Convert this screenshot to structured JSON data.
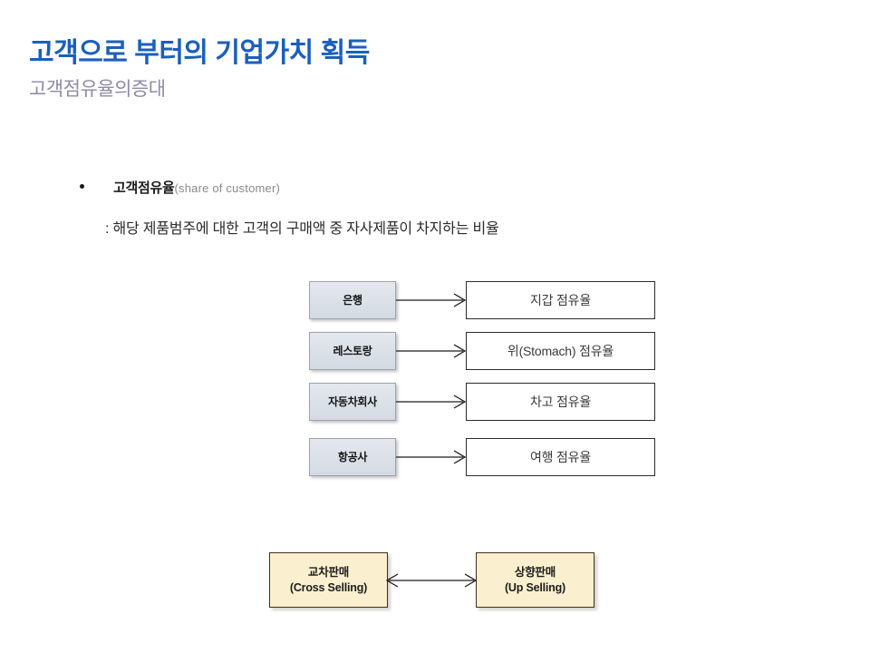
{
  "header": {
    "title": "고객으로 부터의 기업가치 획득",
    "subtitle": "고객점유율의증대",
    "title_color": "#1a5fbd",
    "subtitle_color": "#8e8ba6"
  },
  "body": {
    "bullet_marker": "bullet-dot",
    "term_ko": "고객점유율",
    "term_en": "(share of customer)",
    "definition": ": 해당 제품범주에 대한 고객의 구매액 중 자사제품이 차지하는 비율"
  },
  "diagram": {
    "rows": [
      {
        "source": "은행",
        "target": "지갑 점유율"
      },
      {
        "source": "레스토랑",
        "target": "위(Stomach) 점유율"
      },
      {
        "source": "자동차회사",
        "target": "차고 점유율"
      },
      {
        "source": "항공사",
        "target": "여행 점유율"
      }
    ],
    "selling": {
      "left_ko": "교차판매",
      "left_en": "(Cross Selling)",
      "right_ko": "상향판매",
      "right_en": "(Up Selling)"
    },
    "colors": {
      "source_fill": "#dde2e9",
      "source_border": "#9ba3ad",
      "target_fill": "#ffffff",
      "target_border": "#2b2b2b",
      "selling_fill": "#faf0cf",
      "selling_border": "#3d3118",
      "arrow": "#1c1c1c"
    }
  }
}
